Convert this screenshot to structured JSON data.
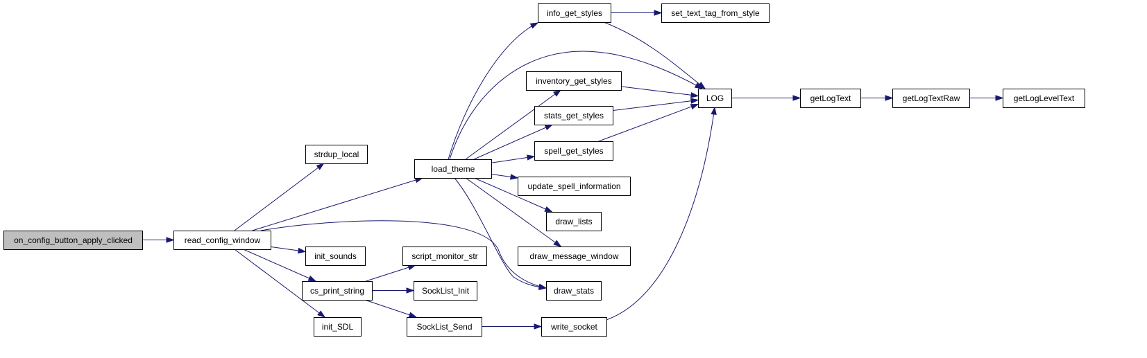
{
  "nodes": [
    {
      "id": "on_config_button_apply_clicked",
      "label": "on_config_button_apply_clicked",
      "root": true
    },
    {
      "id": "read_config_window",
      "label": "read_config_window"
    },
    {
      "id": "strdup_local",
      "label": "strdup_local"
    },
    {
      "id": "load_theme",
      "label": "load_theme"
    },
    {
      "id": "init_sounds",
      "label": "init_sounds"
    },
    {
      "id": "cs_print_string",
      "label": "cs_print_string"
    },
    {
      "id": "init_SDL",
      "label": "init_SDL"
    },
    {
      "id": "info_get_styles",
      "label": "info_get_styles"
    },
    {
      "id": "set_text_tag_from_style",
      "label": "set_text_tag_from_style"
    },
    {
      "id": "inventory_get_styles",
      "label": "inventory_get_styles"
    },
    {
      "id": "stats_get_styles",
      "label": "stats_get_styles"
    },
    {
      "id": "spell_get_styles",
      "label": "spell_get_styles"
    },
    {
      "id": "update_spell_information",
      "label": "update_spell_information"
    },
    {
      "id": "draw_lists",
      "label": "draw_lists"
    },
    {
      "id": "draw_message_window",
      "label": "draw_message_window"
    },
    {
      "id": "draw_stats",
      "label": "draw_stats"
    },
    {
      "id": "script_monitor_str",
      "label": "script_monitor_str"
    },
    {
      "id": "SockList_Init",
      "label": "SockList_Init"
    },
    {
      "id": "SockList_Send",
      "label": "SockList_Send"
    },
    {
      "id": "write_socket",
      "label": "write_socket"
    },
    {
      "id": "LOG",
      "label": "LOG"
    },
    {
      "id": "getLogText",
      "label": "getLogText"
    },
    {
      "id": "getLogTextRaw",
      "label": "getLogTextRaw"
    },
    {
      "id": "getLogLevelText",
      "label": "getLogLevelText"
    }
  ],
  "edges": [
    {
      "from": "on_config_button_apply_clicked",
      "to": "read_config_window"
    },
    {
      "from": "read_config_window",
      "to": "strdup_local"
    },
    {
      "from": "read_config_window",
      "to": "load_theme"
    },
    {
      "from": "read_config_window",
      "to": "draw_stats"
    },
    {
      "from": "read_config_window",
      "to": "init_sounds"
    },
    {
      "from": "read_config_window",
      "to": "cs_print_string"
    },
    {
      "from": "read_config_window",
      "to": "init_SDL"
    },
    {
      "from": "load_theme",
      "to": "info_get_styles"
    },
    {
      "from": "load_theme",
      "to": "LOG"
    },
    {
      "from": "load_theme",
      "to": "inventory_get_styles"
    },
    {
      "from": "load_theme",
      "to": "stats_get_styles"
    },
    {
      "from": "load_theme",
      "to": "spell_get_styles"
    },
    {
      "from": "load_theme",
      "to": "update_spell_information"
    },
    {
      "from": "load_theme",
      "to": "draw_lists"
    },
    {
      "from": "load_theme",
      "to": "draw_message_window"
    },
    {
      "from": "load_theme",
      "to": "draw_stats"
    },
    {
      "from": "info_get_styles",
      "to": "set_text_tag_from_style"
    },
    {
      "from": "info_get_styles",
      "to": "LOG"
    },
    {
      "from": "inventory_get_styles",
      "to": "LOG"
    },
    {
      "from": "stats_get_styles",
      "to": "LOG"
    },
    {
      "from": "spell_get_styles",
      "to": "LOG"
    },
    {
      "from": "cs_print_string",
      "to": "script_monitor_str"
    },
    {
      "from": "cs_print_string",
      "to": "SockList_Init"
    },
    {
      "from": "cs_print_string",
      "to": "SockList_Send"
    },
    {
      "from": "SockList_Send",
      "to": "write_socket"
    },
    {
      "from": "write_socket",
      "to": "LOG"
    },
    {
      "from": "LOG",
      "to": "getLogText"
    },
    {
      "from": "getLogText",
      "to": "getLogTextRaw"
    },
    {
      "from": "getLogTextRaw",
      "to": "getLogLevelText"
    }
  ],
  "colors": {
    "edge": "#191970",
    "node_fill": "#ffffff",
    "root_fill": "#bfbfbf",
    "border": "#000000",
    "text": "#000000"
  }
}
